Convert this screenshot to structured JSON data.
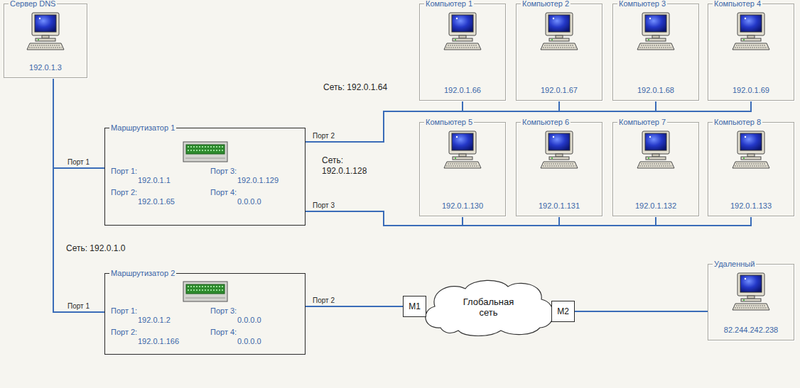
{
  "diagram": {
    "nodes": [
      {
        "text": [
          "Сервер DNS",
          "192.0.1.3"
        ]
      },
      {
        "text": [
          "Маршрутизатор 1",
          "Порт 1:",
          "192.0.1.1",
          "Порт 3:",
          "192.0.1.129",
          "Порт 2:",
          "192.0.1.65",
          "Порт 4:",
          "0.0.0.0"
        ]
      },
      {
        "text": [
          "Компьютер 1",
          "192.0.1.66"
        ]
      },
      {
        "text": [
          "Компьютер 2",
          "192.0.1.67"
        ]
      },
      {
        "text": [
          "Компьютер 3",
          "192.0.1.68"
        ]
      },
      {
        "text": [
          "Компьютер 4",
          "192.0.1.69"
        ]
      },
      {
        "text": [
          "Компьютер 5",
          "192.0.1.130"
        ]
      },
      {
        "text": [
          "Компьютер 6",
          "192.0.1.131"
        ]
      },
      {
        "text": [
          "Компьютер 7",
          "192.0.1.132"
        ]
      },
      {
        "text": [
          "Компьютер 8",
          "192.0.1.133"
        ]
      },
      {
        "text": [
          "Маршрутизатор 2",
          "Порт 1:",
          "192.0.1.2",
          "Порт 3:",
          "0.0.0.0",
          "Порт 2:",
          "192.0.1.166",
          "Порт 4:",
          "0.0.0.0"
        ]
      },
      {
        "text": [
          "M1"
        ]
      },
      {
        "text": [
          "Глобальная сеть"
        ]
      },
      {
        "text": [
          "M2"
        ]
      },
      {
        "text": [
          "Удаленный",
          "82.244.242.238"
        ]
      }
    ],
    "edges": [
      {
        "from": 0,
        "to": 1,
        "arrow": "none"
      },
      {
        "from": 0,
        "to": 10,
        "arrow": "none"
      },
      {
        "from": 1,
        "to": 2,
        "arrow": "none"
      },
      {
        "from": 1,
        "to": 3,
        "arrow": "none"
      },
      {
        "from": 1,
        "to": 4,
        "arrow": "none"
      },
      {
        "from": 1,
        "to": 5,
        "arrow": "none"
      },
      {
        "from": 1,
        "to": 6,
        "arrow": "none"
      },
      {
        "from": 1,
        "to": 7,
        "arrow": "none"
      },
      {
        "from": 1,
        "to": 8,
        "arrow": "none"
      },
      {
        "from": 1,
        "to": 9,
        "arrow": "none"
      },
      {
        "from": 10,
        "to": 11,
        "arrow": "none"
      },
      {
        "from": 13,
        "to": 14,
        "arrow": "none"
      }
    ],
    "labels": [
      "Сеть: 192.0.1.64",
      "Порт 2",
      "Сеть: 192.0.1.128",
      "Порт 1",
      "Порт 3",
      "Сеть: 192.0.1.0",
      "Порт 1",
      "Порт 2"
    ]
  }
}
